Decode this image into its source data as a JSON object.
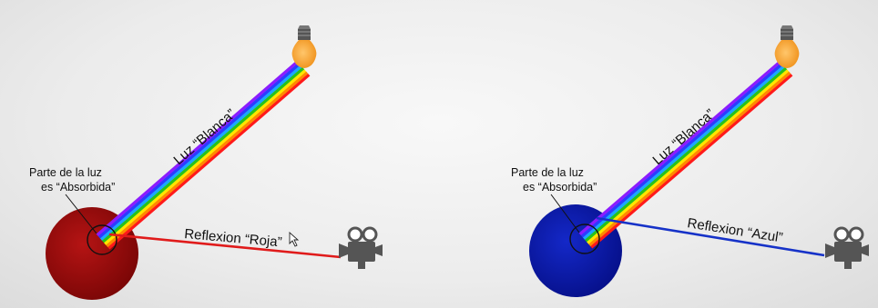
{
  "panels": [
    {
      "id": "red",
      "beam_label": "Luz “Blanca”",
      "absorbed_line1": "Parte de la luz",
      "absorbed_line2": "es “Absorbida”",
      "reflection_label": "Reflexion “Roja”",
      "object_color": "#9a0d0d",
      "reflection_color": "#e01b1b"
    },
    {
      "id": "blue",
      "beam_label": "Luz “Blanca”",
      "absorbed_line1": "Parte de la luz",
      "absorbed_line2": "es “Absorbida”",
      "reflection_label": "Reflexion “Azul”",
      "object_color": "#0a1aa8",
      "reflection_color": "#1632c8"
    }
  ],
  "icons": {
    "light_source": "light-bulb-icon",
    "observer": "video-camera-icon",
    "pointer": "mouse-cursor-icon"
  },
  "rainbow_colors": [
    "#ff1a1a",
    "#ff8a00",
    "#ffe600",
    "#27c21b",
    "#1aa7ff",
    "#2b3cff",
    "#8b1cff"
  ]
}
